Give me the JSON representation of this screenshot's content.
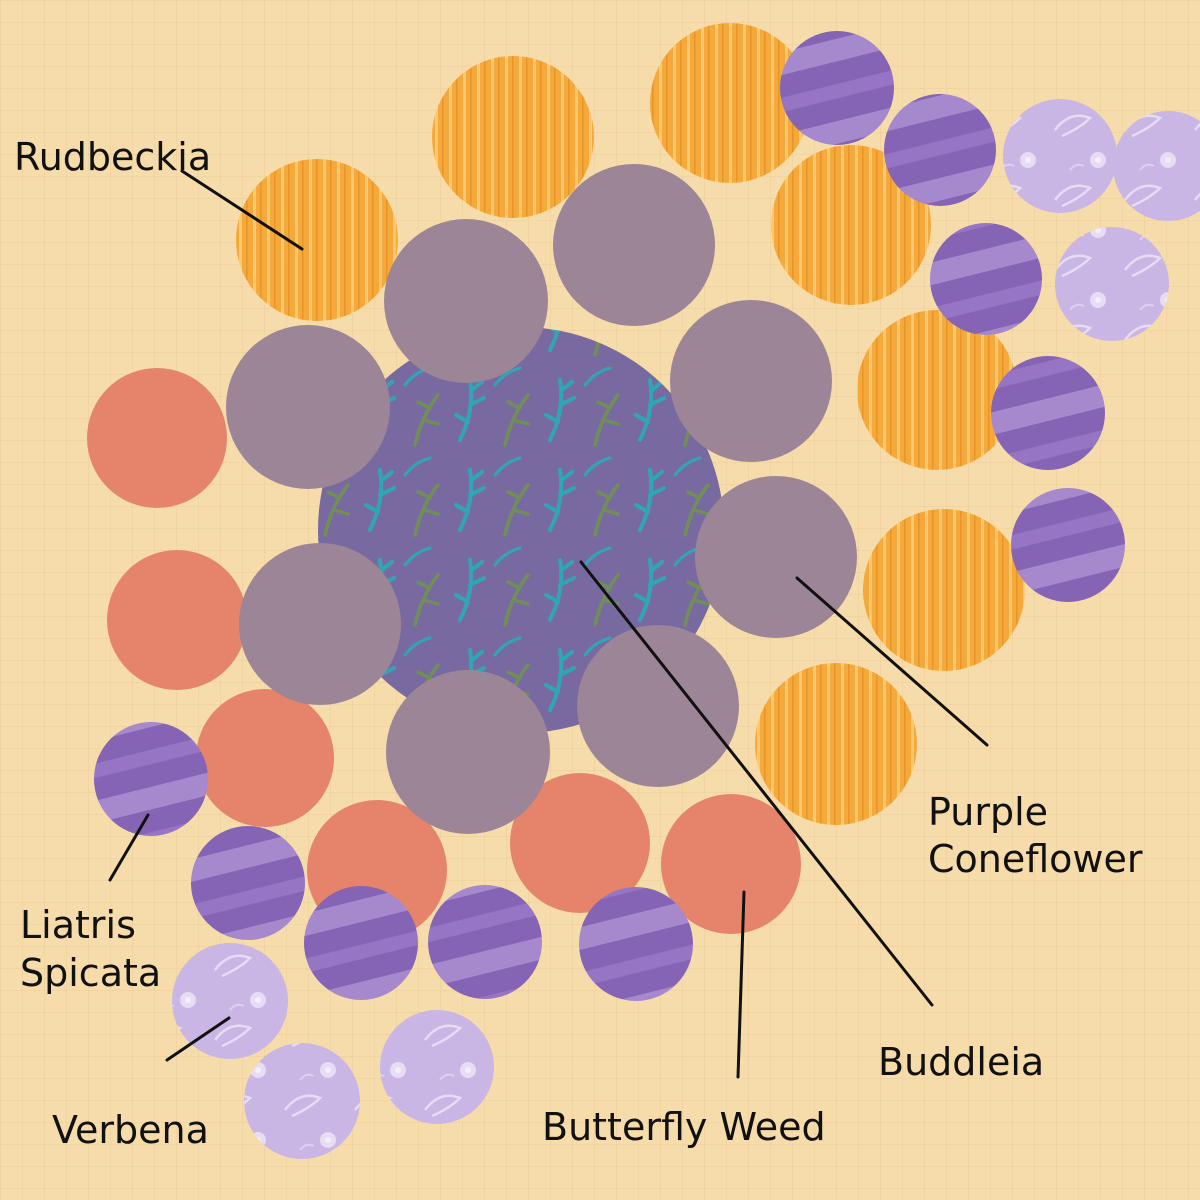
{
  "legend": {
    "rudbeckia": "Rudbeckia",
    "liatris_line1": "Liatris",
    "liatris_line2": "Spicata",
    "verbena": "Verbena",
    "butterfly_weed": "Butterfly Weed",
    "buddleia": "Buddleia",
    "coneflower_line1": "Purple",
    "coneflower_line2": "Coneflower"
  },
  "colors": {
    "background": "#f6dcaa",
    "grid_line": "#e7c997",
    "rudbeckia": "#f5a93a",
    "rudbeckia_stripe": "#fbc870",
    "coneflower": "#9c8597",
    "butterfly_weed": "#e5846a",
    "liatris": "#8563b5",
    "liatris_stripe": "#a689cd",
    "verbena": "#c9b6e4",
    "verbena_motif": "#ebe3f6",
    "buddleia": "#786aa0",
    "buddleia_leaf_blue": "#2fa6b6",
    "buddleia_leaf_green": "#6f8f56"
  }
}
